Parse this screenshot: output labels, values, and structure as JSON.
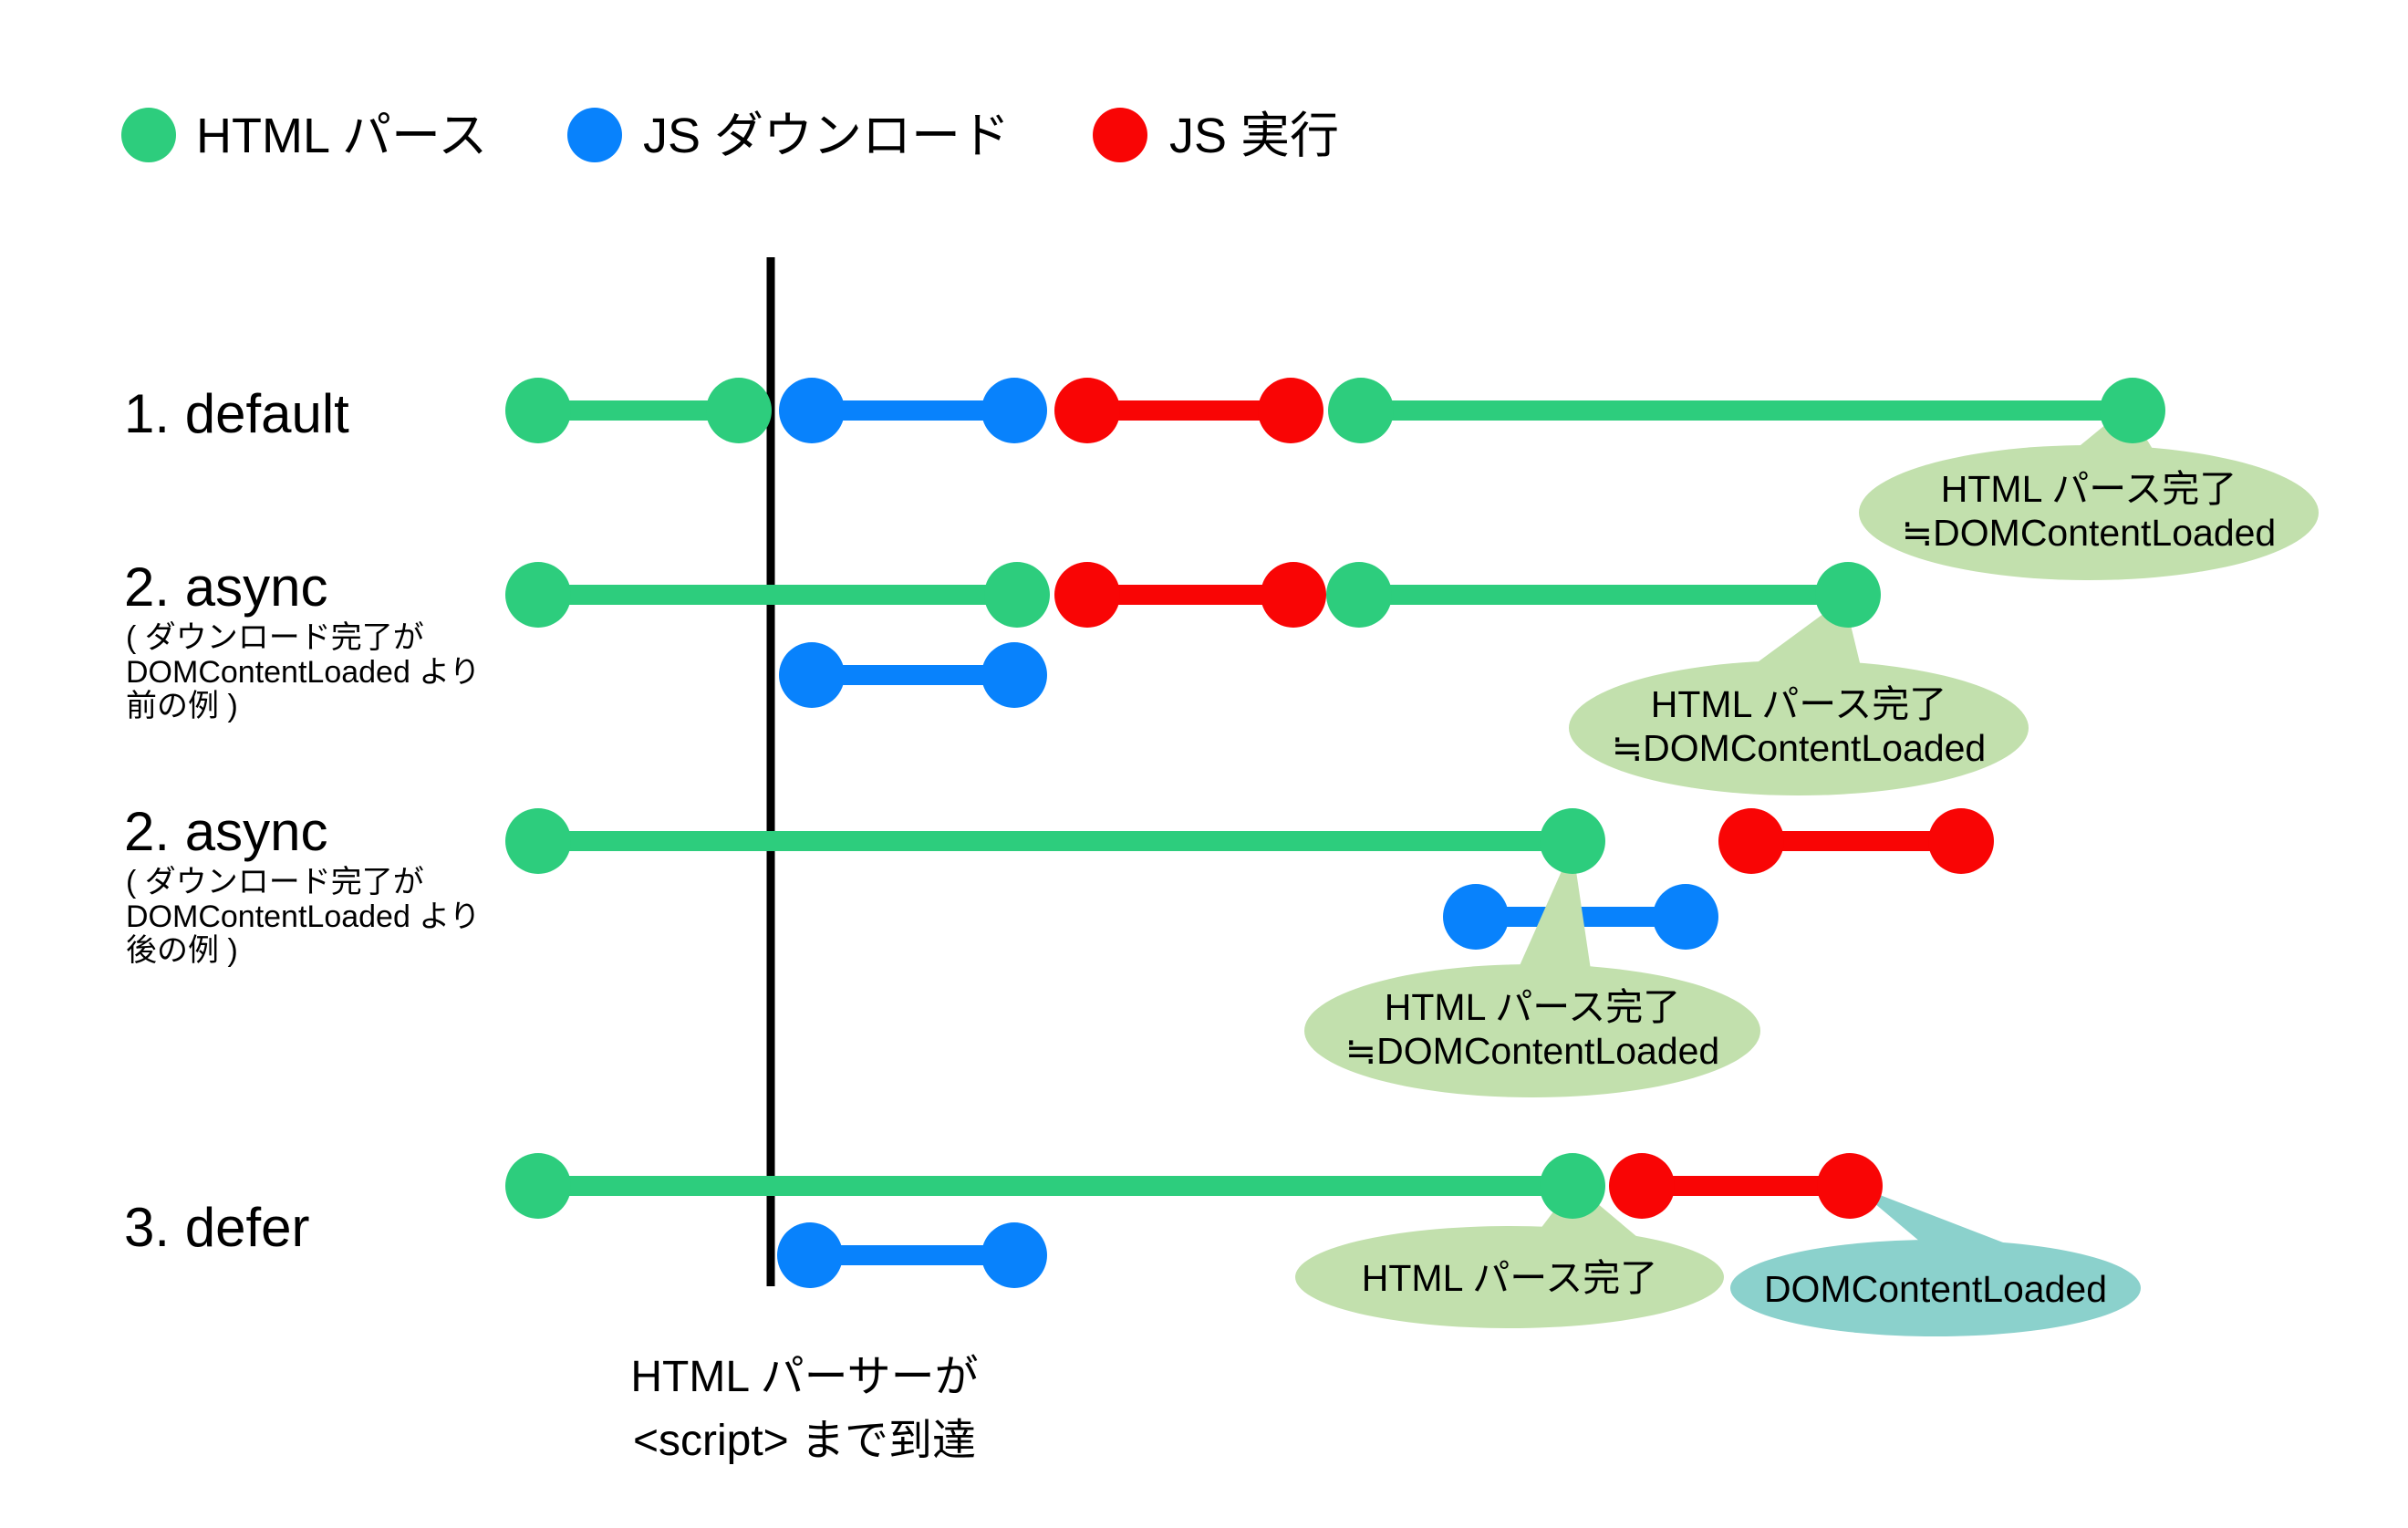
{
  "legend": {
    "items": [
      {
        "label": "HTML パース",
        "color": "#2dcd7d"
      },
      {
        "label": "JS ダウンロード",
        "color": "#0882fc"
      },
      {
        "label": "JS 実行",
        "color": "#f90505"
      }
    ]
  },
  "rows": [
    {
      "title": "1. default"
    },
    {
      "title": "2. async",
      "note_lines": [
        "( ダウンロード完了が",
        "DOMContentLoaded より",
        "前の例 )"
      ]
    },
    {
      "title": "2. async",
      "note_lines": [
        "( ダウンロード完了が",
        "DOMContentLoaded より",
        "後の例 )"
      ]
    },
    {
      "title": "3. defer"
    }
  ],
  "callouts": {
    "row1": {
      "line1": "HTML パース完了",
      "line2": "≒DOMContentLoaded"
    },
    "row2": {
      "line1": "HTML パース完了",
      "line2": "≒DOMContentLoaded"
    },
    "row3": {
      "line1": "HTML パース完了",
      "line2": "≒DOMContentLoaded"
    },
    "row4_parse": {
      "line1": "HTML パース完了"
    },
    "row4_dcl": {
      "line1": "DOMContentLoaded"
    }
  },
  "caption": {
    "line1": "HTML パーサーが",
    "line2": "<script> まで到達"
  },
  "colors": {
    "parse-green": "#2dcd7d",
    "download-blue": "#0882fc",
    "exec-red": "#f90505",
    "callout-green": "#c2e0ad",
    "callout-teal": "#8bd1cc"
  }
}
